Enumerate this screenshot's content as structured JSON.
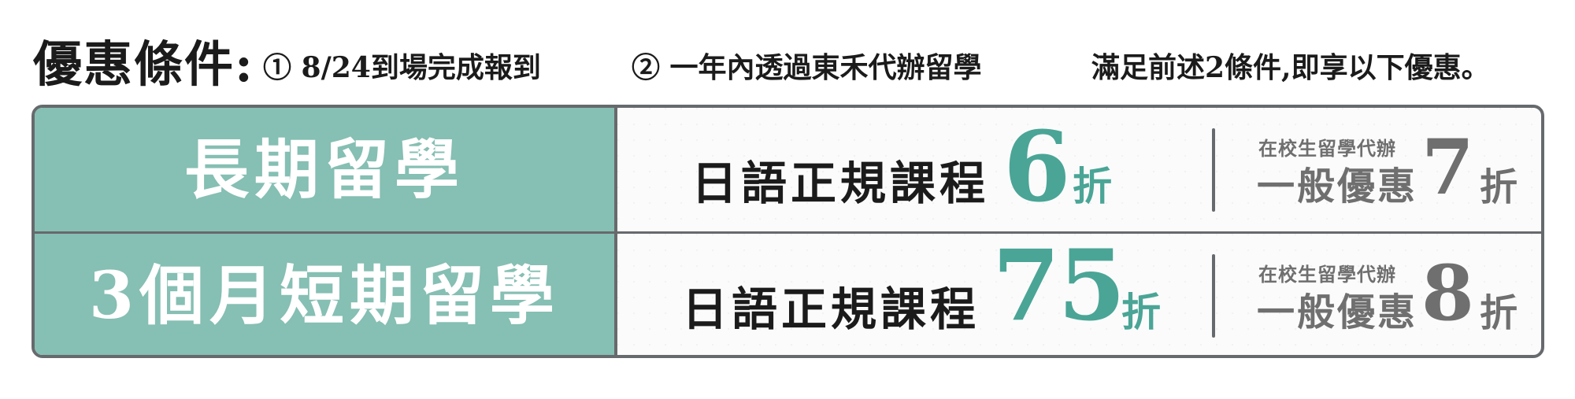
{
  "header": {
    "title": "優惠條件:",
    "condition_1": "① 8/24到場完成報到",
    "condition_2": "② 一年內透過東禾代辦留學",
    "condition_3": "滿足前述2條件,即享以下優惠。"
  },
  "rows": [
    {
      "program": "長期留學",
      "course": "日語正規課程",
      "discount": "6",
      "discount_unit": "折",
      "general_note": "在校生留學代辦",
      "general_label": "一般優惠",
      "general_discount": "7",
      "general_unit": "折"
    },
    {
      "program": "3個月短期留學",
      "course": "日語正規課程",
      "discount": "75",
      "discount_unit": "折",
      "general_note": "在校生留學代辦",
      "general_label": "一般優惠",
      "general_discount": "8",
      "general_unit": "折"
    }
  ],
  "colors": {
    "teal_cell": "#86bfb3",
    "teal_accent": "#4aa596",
    "gray_text": "#6f6f6f",
    "border": "#666a6d"
  }
}
